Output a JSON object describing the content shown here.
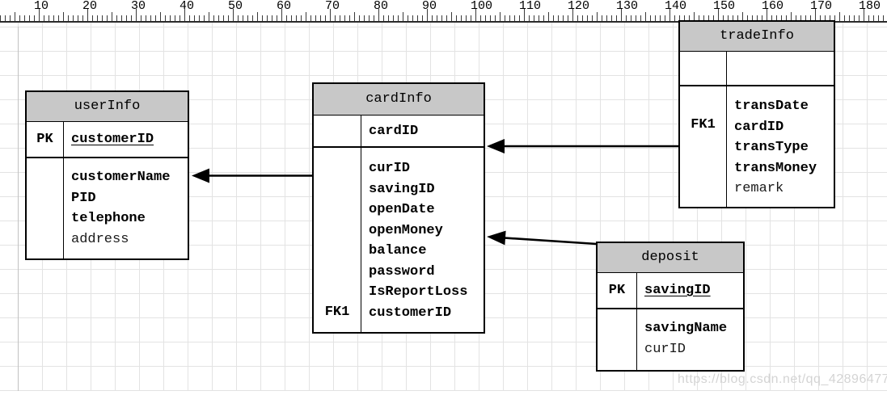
{
  "ruler": {
    "labels": [
      "10",
      "20",
      "30",
      "40",
      "50",
      "60",
      "70",
      "80",
      "90",
      "100",
      "110",
      "120",
      "130",
      "140",
      "150",
      "160",
      "170",
      "180"
    ]
  },
  "canvas": {
    "watermark": "https://blog.csdn.net/qq_42896477"
  },
  "colors": {
    "header_bg": "#c8c8c8",
    "grid_line": "#e3e3e3",
    "arrow": "#000000"
  },
  "tables": {
    "userInfo": {
      "title": "userInfo",
      "key_label": "PK",
      "key_field": "customerID",
      "fk_label": "",
      "attributes": [
        "customerName",
        "PID",
        "telephone",
        "address"
      ]
    },
    "cardInfo": {
      "title": "cardInfo",
      "key_label": "",
      "key_field": "cardID",
      "fk_label": "FK1",
      "attributes": [
        "curID",
        "savingID",
        "openDate",
        "openMoney",
        "balance",
        "password",
        "IsReportLoss",
        "customerID"
      ]
    },
    "tradeInfo": {
      "title": "tradeInfo",
      "key_label": "",
      "key_field": "",
      "fk_label": "FK1",
      "attributes": [
        "transDate",
        "cardID",
        "transType",
        "transMoney",
        "remark"
      ]
    },
    "deposit": {
      "title": "deposit",
      "key_label": "PK",
      "key_field": "savingID",
      "fk_label": "",
      "attributes": [
        "savingName",
        "curID"
      ]
    }
  }
}
